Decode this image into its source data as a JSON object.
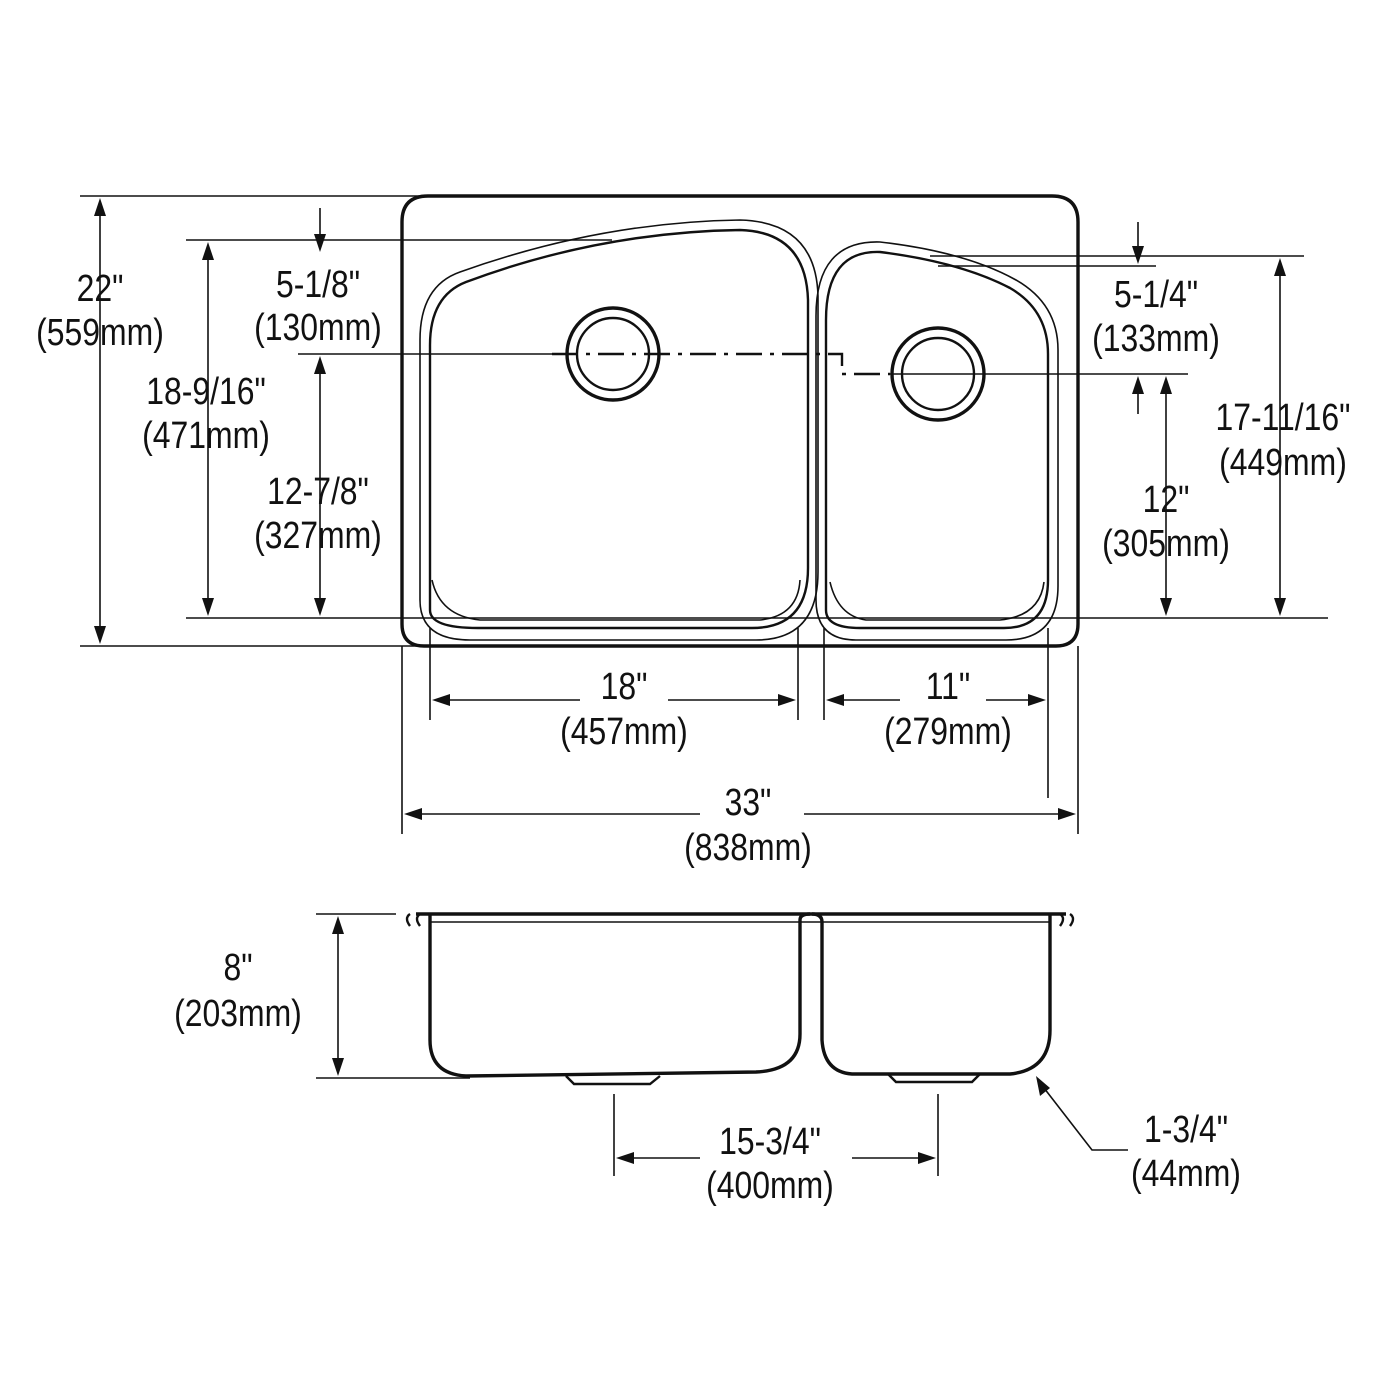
{
  "dimensions": {
    "overall_depth": {
      "imperial": "22\"",
      "metric": "(559mm)"
    },
    "left_bowl_length": {
      "imperial": "18-9/16\"",
      "metric": "(471mm)"
    },
    "left_drain_offset_top": {
      "imperial": "5-1/8\"",
      "metric": "(130mm)"
    },
    "left_drain_offset_bottom": {
      "imperial": "12-7/8\"",
      "metric": "(327mm)"
    },
    "right_drain_offset_top": {
      "imperial": "5-1/4\"",
      "metric": "(133mm)"
    },
    "right_bowl_length": {
      "imperial": "17-11/16\"",
      "metric": "(449mm)"
    },
    "right_drain_offset_bottom": {
      "imperial": "12\"",
      "metric": "(305mm)"
    },
    "left_bowl_width": {
      "imperial": "18\"",
      "metric": "(457mm)"
    },
    "right_bowl_width": {
      "imperial": "11\"",
      "metric": "(279mm)"
    },
    "overall_width": {
      "imperial": "33\"",
      "metric": "(838mm)"
    },
    "bowl_depth": {
      "imperial": "8\"",
      "metric": "(203mm)"
    },
    "drain_center_spacing": {
      "imperial": "15-3/4\"",
      "metric": "(400mm)"
    },
    "right_bowl_depth_difference": {
      "imperial": "1-3/4\"",
      "metric": "(44mm)"
    }
  }
}
